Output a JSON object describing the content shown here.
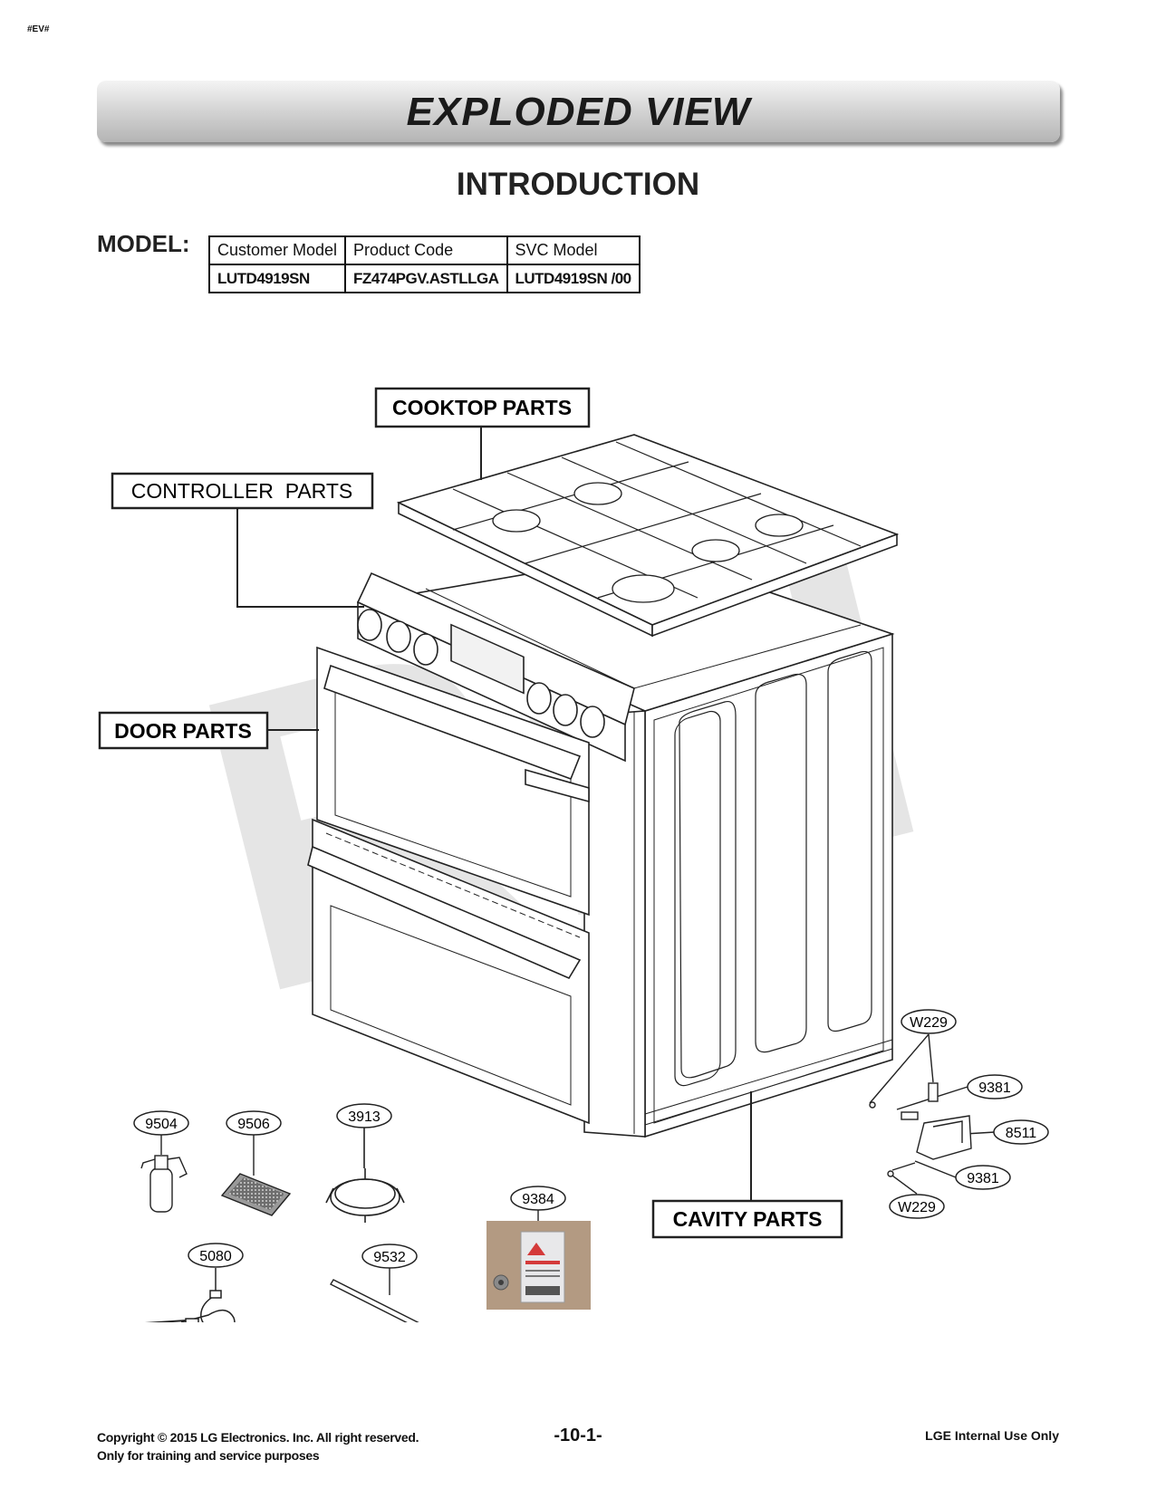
{
  "page_tag": "#EV#",
  "banner_title": "EXPLODED VIEW",
  "subtitle": "INTRODUCTION",
  "model": {
    "label": "MODEL:",
    "headers": [
      "Customer Model",
      "Product Code",
      "SVC Model"
    ],
    "values": [
      "LUTD4919SN",
      "FZ474PGV.ASTLLGA",
      "LUTD4919SN /00"
    ]
  },
  "sections": {
    "cooktop": "COOKTOP PARTS",
    "controller": "CONTROLLER  PARTS",
    "door": "DOOR PARTS",
    "cavity": "CAVITY PARTS"
  },
  "callouts": {
    "w229_top": "W229",
    "n9381_top": "9381",
    "n8511": "8511",
    "n9381_bottom": "9381",
    "w229_bottom": "W229",
    "n9504": "9504",
    "n9506": "9506",
    "n3913": "3913",
    "n9384": "9384",
    "n5080": "5080",
    "n9532": "9532"
  },
  "watermark": "RPI",
  "footer": {
    "copyright": "Copyright © 2015 LG Electronics. Inc. All right reserved.",
    "purpose": "Only for training and service purposes",
    "page_number": "-10-1-",
    "internal": "LGE Internal Use Only"
  }
}
